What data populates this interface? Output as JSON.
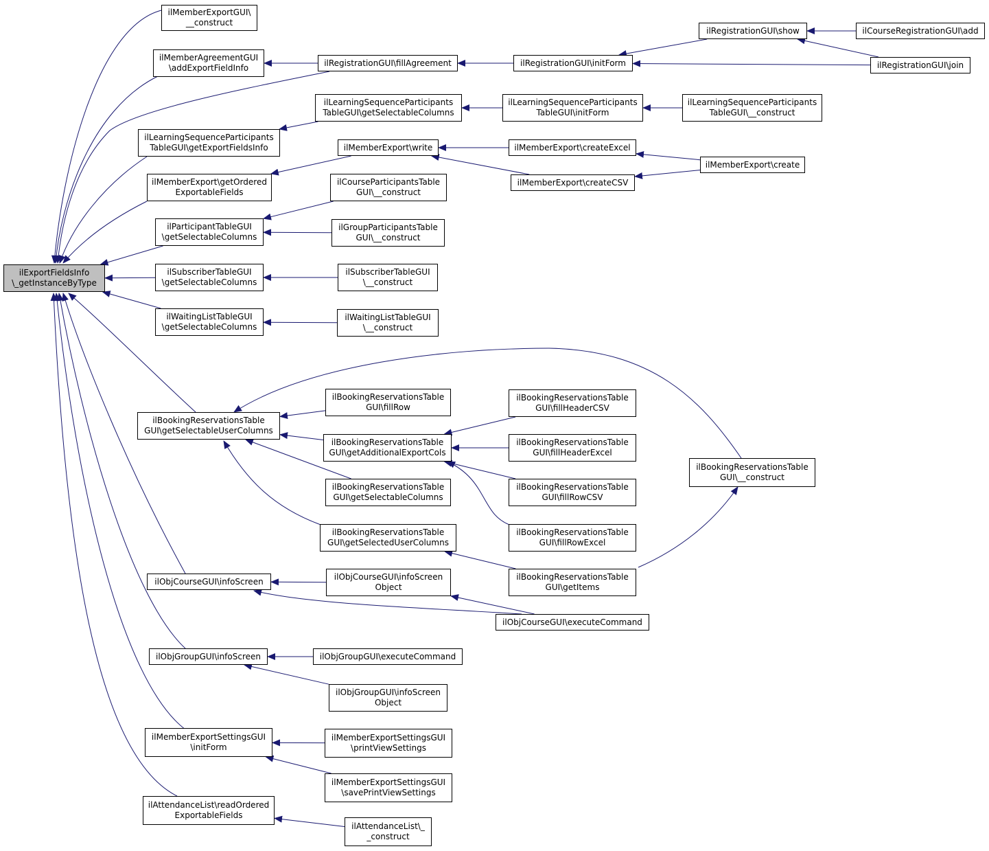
{
  "diagram": {
    "colors": {
      "edge": "#191970",
      "node_border": "#000000",
      "focus_fill": "#bfbfbf",
      "node_fill": "#ffffff"
    },
    "nodes": [
      {
        "id": "n0",
        "lines": [
          "ilExportFieldsInfo",
          "\\_getInstanceByType"
        ],
        "focus": true
      },
      {
        "id": "n1",
        "lines": [
          "ilMemberExportGUI\\",
          "__construct"
        ]
      },
      {
        "id": "n2",
        "lines": [
          "ilMemberAgreementGUI",
          "\\addExportFieldInfo"
        ]
      },
      {
        "id": "n3",
        "lines": [
          "ilRegistrationGUI\\fillAgreement"
        ]
      },
      {
        "id": "n4",
        "lines": [
          "ilRegistrationGUI\\initForm"
        ]
      },
      {
        "id": "n5",
        "lines": [
          "ilRegistrationGUI\\show"
        ]
      },
      {
        "id": "n6",
        "lines": [
          "ilCourseRegistrationGUI\\add"
        ]
      },
      {
        "id": "n7",
        "lines": [
          "ilRegistrationGUI\\join"
        ]
      },
      {
        "id": "n8",
        "lines": [
          "ilLearningSequenceParticipants",
          "TableGUI\\getExportFieldsInfo"
        ]
      },
      {
        "id": "n9",
        "lines": [
          "ilLearningSequenceParticipants",
          "TableGUI\\getSelectableColumns"
        ]
      },
      {
        "id": "n10",
        "lines": [
          "ilLearningSequenceParticipants",
          "TableGUI\\initForm"
        ]
      },
      {
        "id": "n11",
        "lines": [
          "ilLearningSequenceParticipants",
          "TableGUI\\__construct"
        ]
      },
      {
        "id": "n12",
        "lines": [
          "ilMemberExport\\getOrdered",
          "ExportableFields"
        ]
      },
      {
        "id": "n13",
        "lines": [
          "ilMemberExport\\write"
        ]
      },
      {
        "id": "n14",
        "lines": [
          "ilMemberExport\\createExcel"
        ]
      },
      {
        "id": "n15",
        "lines": [
          "ilMemberExport\\createCSV"
        ]
      },
      {
        "id": "n16",
        "lines": [
          "ilMemberExport\\create"
        ]
      },
      {
        "id": "n17",
        "lines": [
          "ilParticipantTableGUI",
          "\\getSelectableColumns"
        ]
      },
      {
        "id": "n18",
        "lines": [
          "ilCourseParticipantsTable",
          "GUI\\__construct"
        ]
      },
      {
        "id": "n19",
        "lines": [
          "ilGroupParticipantsTable",
          "GUI\\__construct"
        ]
      },
      {
        "id": "n20",
        "lines": [
          "ilSubscriberTableGUI",
          "\\getSelectableColumns"
        ]
      },
      {
        "id": "n21",
        "lines": [
          "ilSubscriberTableGUI",
          "\\__construct"
        ]
      },
      {
        "id": "n22",
        "lines": [
          "ilWaitingListTableGUI",
          "\\getSelectableColumns"
        ]
      },
      {
        "id": "n23",
        "lines": [
          "ilWaitingListTableGUI",
          "\\__construct"
        ]
      },
      {
        "id": "n24",
        "lines": [
          "ilBookingReservationsTable",
          "GUI\\getSelectableUserColumns"
        ]
      },
      {
        "id": "n25",
        "lines": [
          "ilBookingReservationsTable",
          "GUI\\fillRow"
        ]
      },
      {
        "id": "n26",
        "lines": [
          "ilBookingReservationsTable",
          "GUI\\getAdditionalExportCols"
        ]
      },
      {
        "id": "n27",
        "lines": [
          "ilBookingReservationsTable",
          "GUI\\fillHeaderCSV"
        ]
      },
      {
        "id": "n28",
        "lines": [
          "ilBookingReservationsTable",
          "GUI\\fillHeaderExcel"
        ]
      },
      {
        "id": "n29",
        "lines": [
          "ilBookingReservationsTable",
          "GUI\\fillRowCSV"
        ]
      },
      {
        "id": "n30",
        "lines": [
          "ilBookingReservationsTable",
          "GUI\\fillRowExcel"
        ]
      },
      {
        "id": "n31",
        "lines": [
          "ilBookingReservationsTable",
          "GUI\\__construct"
        ]
      },
      {
        "id": "n32",
        "lines": [
          "ilBookingReservationsTable",
          "GUI\\getSelectableColumns"
        ]
      },
      {
        "id": "n33",
        "lines": [
          "ilBookingReservationsTable",
          "GUI\\getSelectedUserColumns"
        ]
      },
      {
        "id": "n34",
        "lines": [
          "ilBookingReservationsTable",
          "GUI\\getItems"
        ]
      },
      {
        "id": "n35",
        "lines": [
          "ilObjCourseGUI\\infoScreen"
        ]
      },
      {
        "id": "n36",
        "lines": [
          "ilObjCourseGUI\\infoScreen",
          "Object"
        ]
      },
      {
        "id": "n37",
        "lines": [
          "ilObjCourseGUI\\executeCommand"
        ]
      },
      {
        "id": "n38",
        "lines": [
          "ilObjGroupGUI\\infoScreen"
        ]
      },
      {
        "id": "n39",
        "lines": [
          "ilObjGroupGUI\\executeCommand"
        ]
      },
      {
        "id": "n40",
        "lines": [
          "ilObjGroupGUI\\infoScreen",
          "Object"
        ]
      },
      {
        "id": "n41",
        "lines": [
          "ilMemberExportSettingsGUI",
          "\\initForm"
        ]
      },
      {
        "id": "n42",
        "lines": [
          "ilMemberExportSettingsGUI",
          "\\printViewSettings"
        ]
      },
      {
        "id": "n43",
        "lines": [
          "ilMemberExportSettingsGUI",
          "\\savePrintViewSettings"
        ]
      },
      {
        "id": "n44",
        "lines": [
          "ilAttendanceList\\readOrdered",
          "ExportableFields"
        ]
      },
      {
        "id": "n45",
        "lines": [
          "ilAttendanceList\\_",
          "_construct"
        ]
      }
    ],
    "edges": [
      {
        "from": "n1",
        "to": "n0"
      },
      {
        "from": "n2",
        "to": "n0"
      },
      {
        "from": "n3",
        "to": "n0"
      },
      {
        "from": "n8",
        "to": "n0"
      },
      {
        "from": "n12",
        "to": "n0"
      },
      {
        "from": "n17",
        "to": "n0"
      },
      {
        "from": "n20",
        "to": "n0"
      },
      {
        "from": "n22",
        "to": "n0"
      },
      {
        "from": "n24",
        "to": "n0"
      },
      {
        "from": "n35",
        "to": "n0"
      },
      {
        "from": "n38",
        "to": "n0"
      },
      {
        "from": "n41",
        "to": "n0"
      },
      {
        "from": "n44",
        "to": "n0"
      },
      {
        "from": "n3",
        "to": "n2"
      },
      {
        "from": "n4",
        "to": "n3"
      },
      {
        "from": "n5",
        "to": "n4"
      },
      {
        "from": "n7",
        "to": "n4"
      },
      {
        "from": "n6",
        "to": "n5"
      },
      {
        "from": "n7",
        "to": "n5"
      },
      {
        "from": "n9",
        "to": "n8"
      },
      {
        "from": "n10",
        "to": "n9"
      },
      {
        "from": "n11",
        "to": "n10"
      },
      {
        "from": "n13",
        "to": "n12"
      },
      {
        "from": "n14",
        "to": "n13"
      },
      {
        "from": "n15",
        "to": "n13"
      },
      {
        "from": "n16",
        "to": "n14"
      },
      {
        "from": "n16",
        "to": "n15"
      },
      {
        "from": "n18",
        "to": "n17"
      },
      {
        "from": "n19",
        "to": "n17"
      },
      {
        "from": "n21",
        "to": "n20"
      },
      {
        "from": "n23",
        "to": "n22"
      },
      {
        "from": "n25",
        "to": "n24"
      },
      {
        "from": "n26",
        "to": "n24"
      },
      {
        "from": "n32",
        "to": "n24"
      },
      {
        "from": "n33",
        "to": "n24"
      },
      {
        "from": "n31",
        "to": "n24"
      },
      {
        "from": "n27",
        "to": "n26"
      },
      {
        "from": "n28",
        "to": "n26"
      },
      {
        "from": "n29",
        "to": "n26"
      },
      {
        "from": "n30",
        "to": "n26"
      },
      {
        "from": "n34",
        "to": "n33"
      },
      {
        "from": "n34",
        "to": "n31"
      },
      {
        "from": "n36",
        "to": "n35"
      },
      {
        "from": "n37",
        "to": "n35"
      },
      {
        "from": "n37",
        "to": "n36"
      },
      {
        "from": "n39",
        "to": "n38"
      },
      {
        "from": "n40",
        "to": "n38"
      },
      {
        "from": "n42",
        "to": "n41"
      },
      {
        "from": "n43",
        "to": "n41"
      },
      {
        "from": "n45",
        "to": "n44"
      }
    ]
  }
}
